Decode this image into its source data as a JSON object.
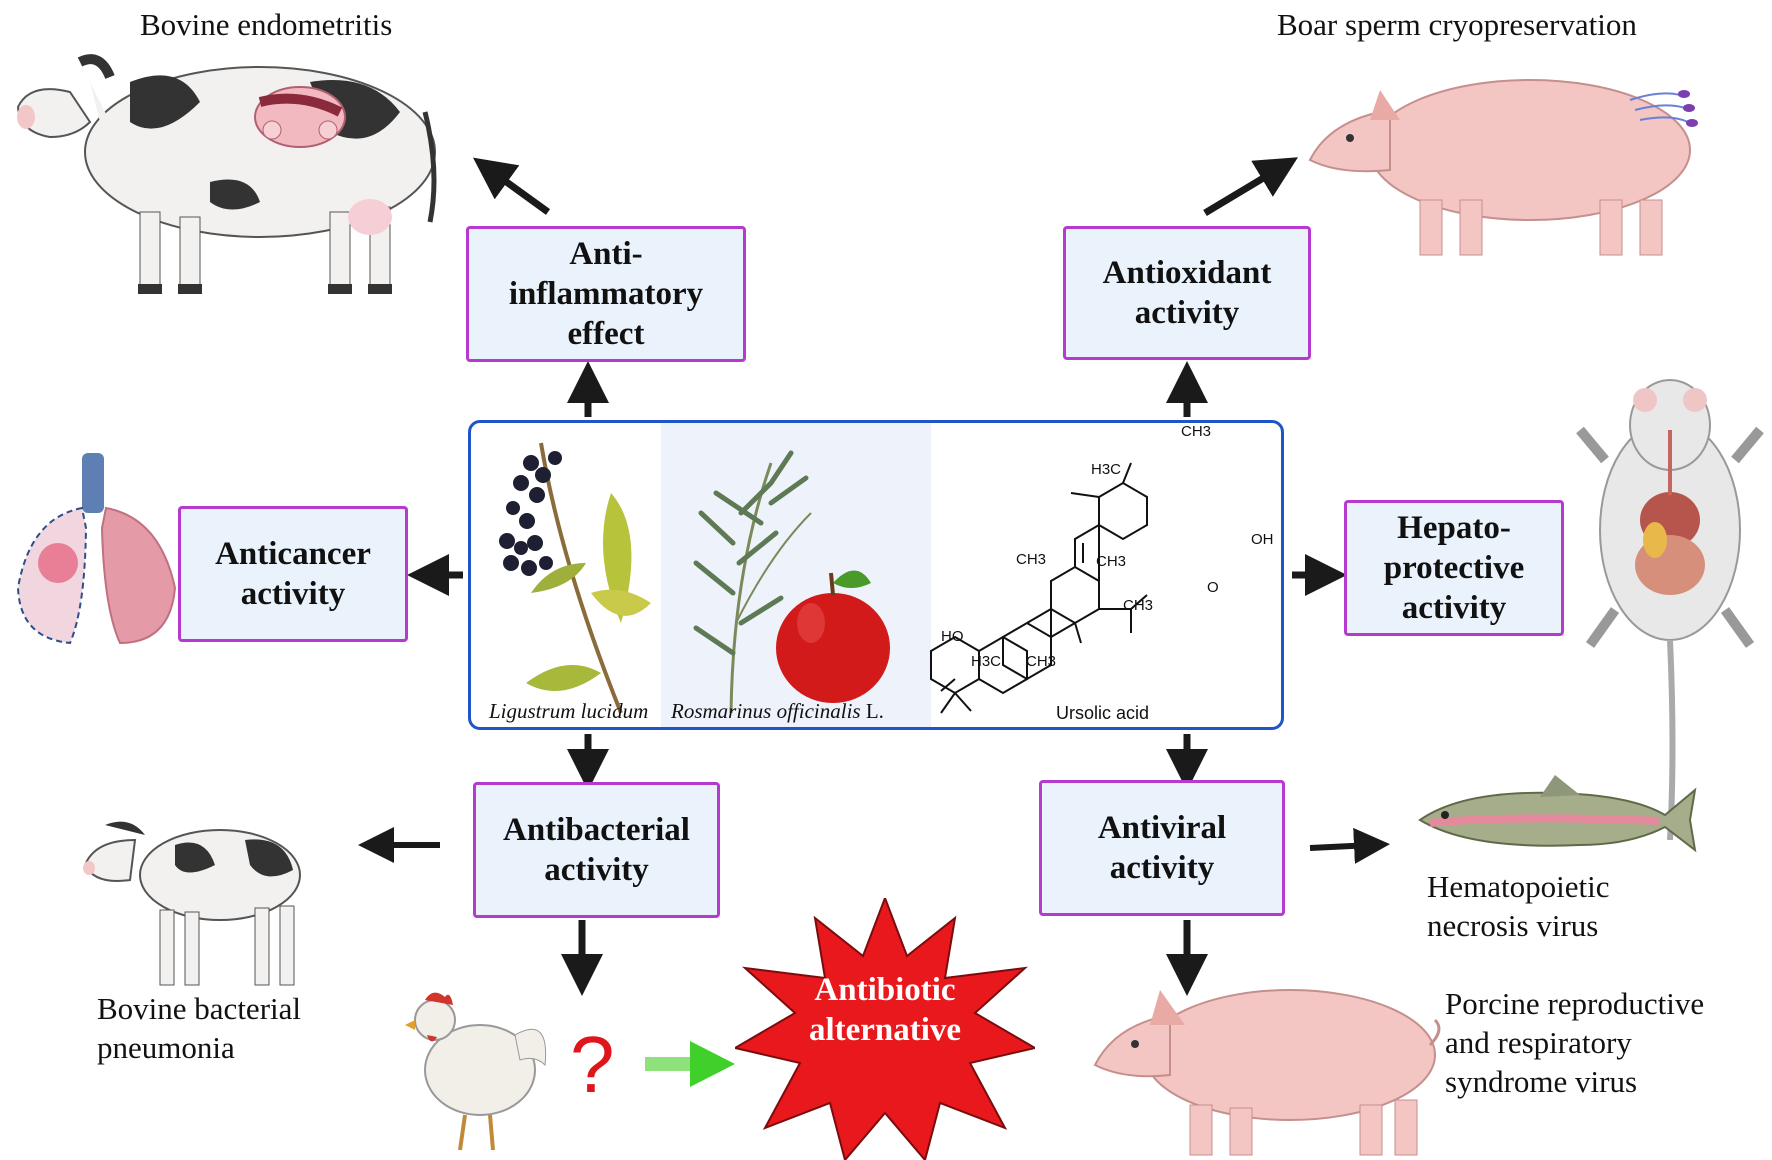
{
  "center": {
    "captions": {
      "plant1": "Ligustrum lucidum",
      "plant2_name": "Rosmarinus officinalis",
      "plant2_suffix": " L.",
      "compound": "Ursolic acid"
    },
    "chem_labels": {
      "ch3_top": "CH3",
      "h3c_left": "H3C",
      "ch3_a": "CH3",
      "ch3_b": "CH3",
      "ch3_c": "CH3",
      "oh": "OH",
      "o": "O",
      "ho": "HO",
      "h3c_bottom": "H3C",
      "ch3_bottom": "CH3"
    }
  },
  "activities": {
    "anti_inflammatory": "Anti-\ninflammatory\neffect",
    "antioxidant": "Antioxidant\nactivity",
    "anticancer": "Anticancer\nactivity",
    "hepatoprotective": "Hepato-\nprotective\nactivity",
    "antibacterial": "Antibacterial\nactivity",
    "antiviral": "Antiviral\nactivity"
  },
  "applications": {
    "bovine_endometritis": "Bovine endometritis",
    "boar_sperm": "Boar sperm cryopreservation",
    "bovine_pneumonia": "Bovine bacterial\npneumonia",
    "hematopoietic": "Hematopoietic\nnecrosis virus",
    "prrs": "Porcine reproductive\nand respiratory\nsyndrome virus"
  },
  "antibiotic_alternative": "Antibiotic\nalternative",
  "question_mark": "?",
  "colors": {
    "box_border": "#b53ad0",
    "box_fill": "#eaf2fb",
    "center_border": "#1f55c9",
    "burst": "#e8181c",
    "green_arrow": "#3fd12a",
    "arrow": "#1a1a1a"
  },
  "icons": [
    "cow-icon",
    "pig-icon",
    "lungs-icon",
    "mouse-icon",
    "calf-icon",
    "chicken-icon",
    "trout-icon",
    "apple-icon",
    "berries-icon",
    "rosemary-icon"
  ]
}
